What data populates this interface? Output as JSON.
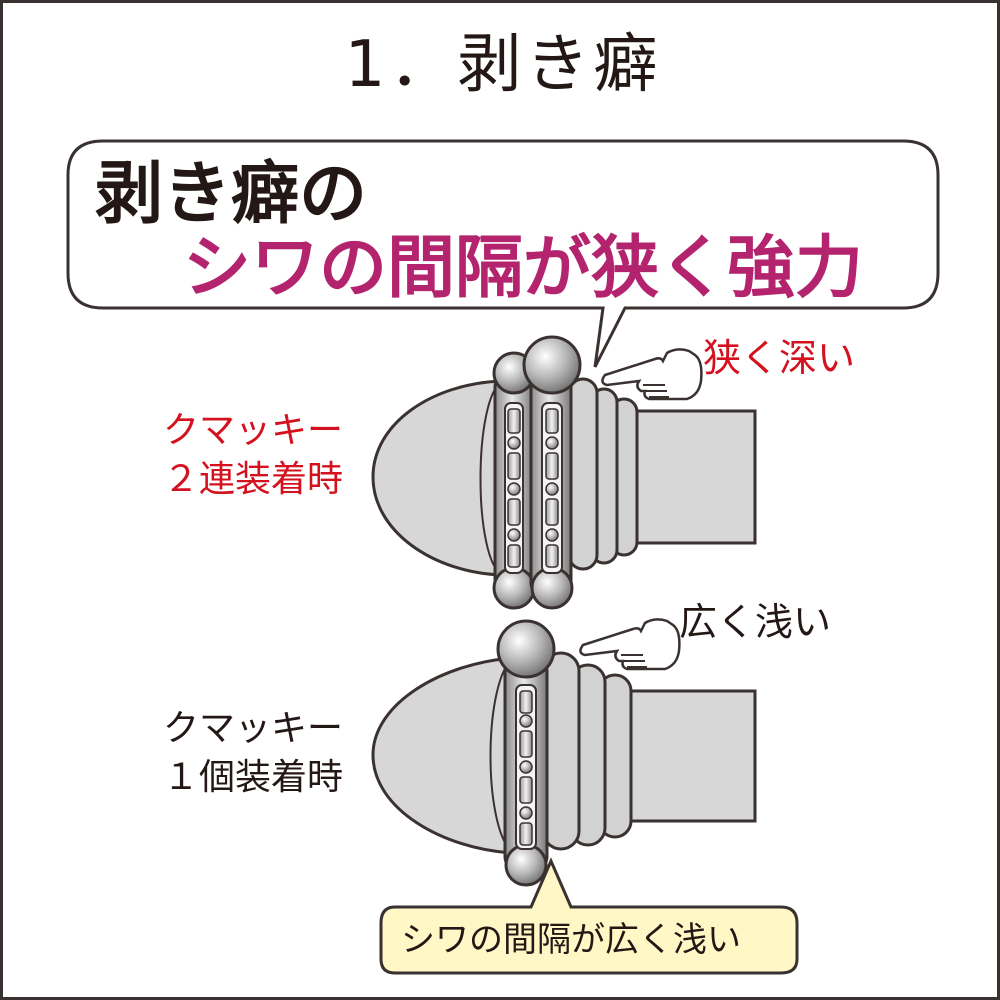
{
  "title": "1．剥き癖",
  "callout": {
    "line1": "剥き癖の",
    "line2": "シワの間隔が狭く強力"
  },
  "upper_figure": {
    "pointer_label": "狭く深い",
    "side_label_line1": "クマッキー",
    "side_label_line2": "２連装着時"
  },
  "lower_figure": {
    "pointer_label": "広く浅い",
    "side_label_line1": "クマッキー",
    "side_label_line2": "１個装着時"
  },
  "bottom_note": "シワの間隔が広く浅い",
  "colors": {
    "text": "#231815",
    "accent_magenta": "#b4236e",
    "accent_red": "#d4111e",
    "note_fill": "#fff7c6",
    "body_gray": "#d7d7d7",
    "outline": "#3a3230"
  },
  "icons": [
    "pointing-hand-icon",
    "pointing-hand-icon"
  ]
}
